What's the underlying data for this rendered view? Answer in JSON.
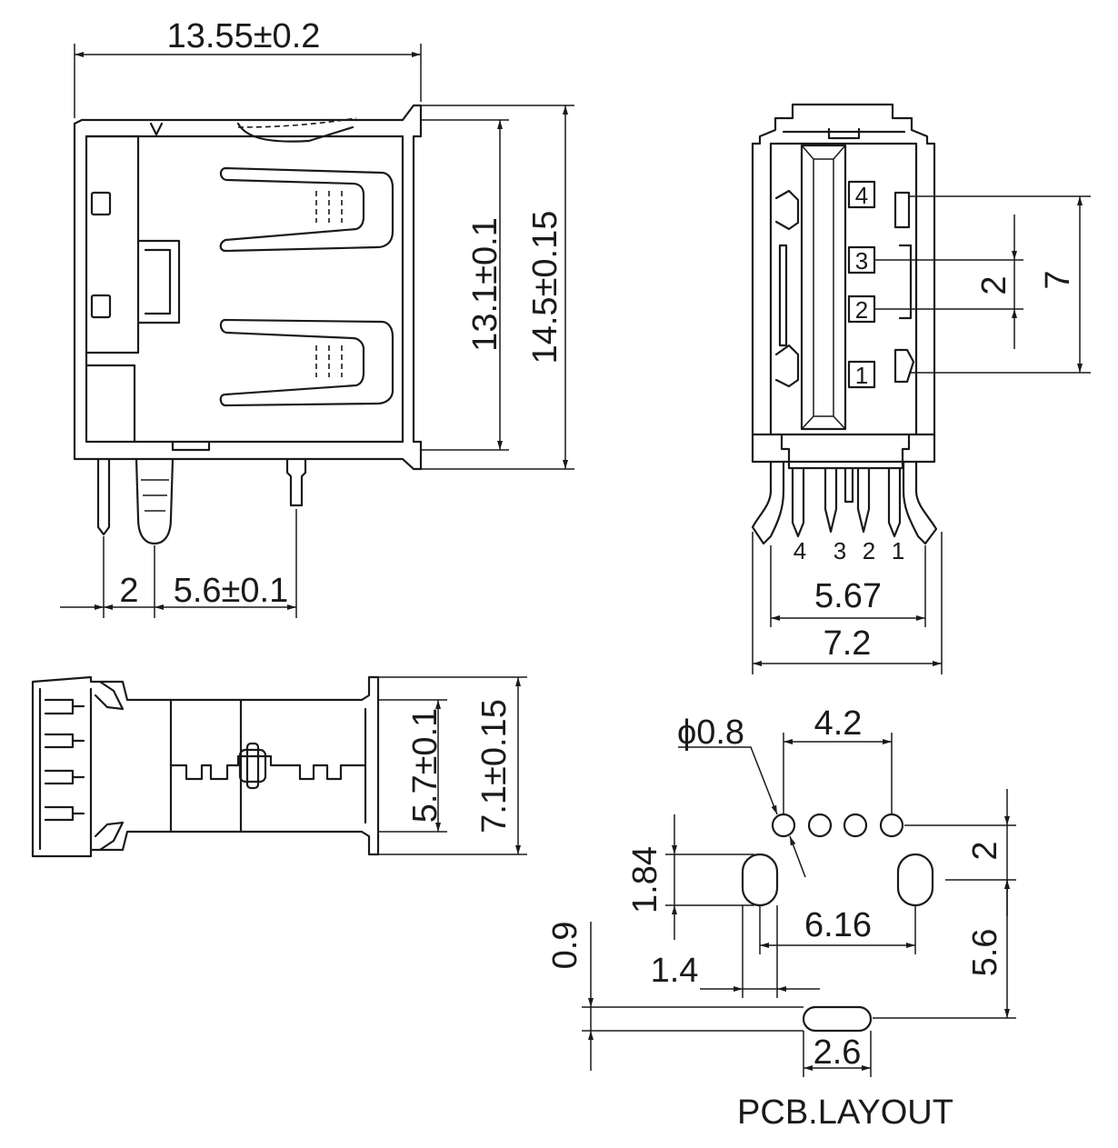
{
  "side_view": {
    "width_dim": "13.55±0.2",
    "inner_height_dim": "13.1±0.1",
    "outer_height_dim": "14.5±0.15",
    "pin_offset_dim": "2",
    "pin_pitch_dim": "5.6±0.1"
  },
  "front_view": {
    "pin_labels": [
      "4",
      "3",
      "2",
      "1"
    ],
    "pin_pitch_dim": "2",
    "pin_span_dim": "7",
    "inner_width_dim": "5.67",
    "outer_width_dim": "7.2"
  },
  "top_view": {
    "inner_width_dim": "5.7±0.1",
    "outer_width_dim": "7.1±0.15"
  },
  "pcb_layout": {
    "hole_diameter": "ϕ0.8",
    "hole_span": "4.2",
    "slot_height": "1.84",
    "slot_spacing": "6.16",
    "row_offset": "2",
    "slot_to_pad": "5.6",
    "pad_height": "0.9",
    "pad_offset": "1.4",
    "pad_width": "2.6",
    "caption": "PCB.LAYOUT"
  }
}
